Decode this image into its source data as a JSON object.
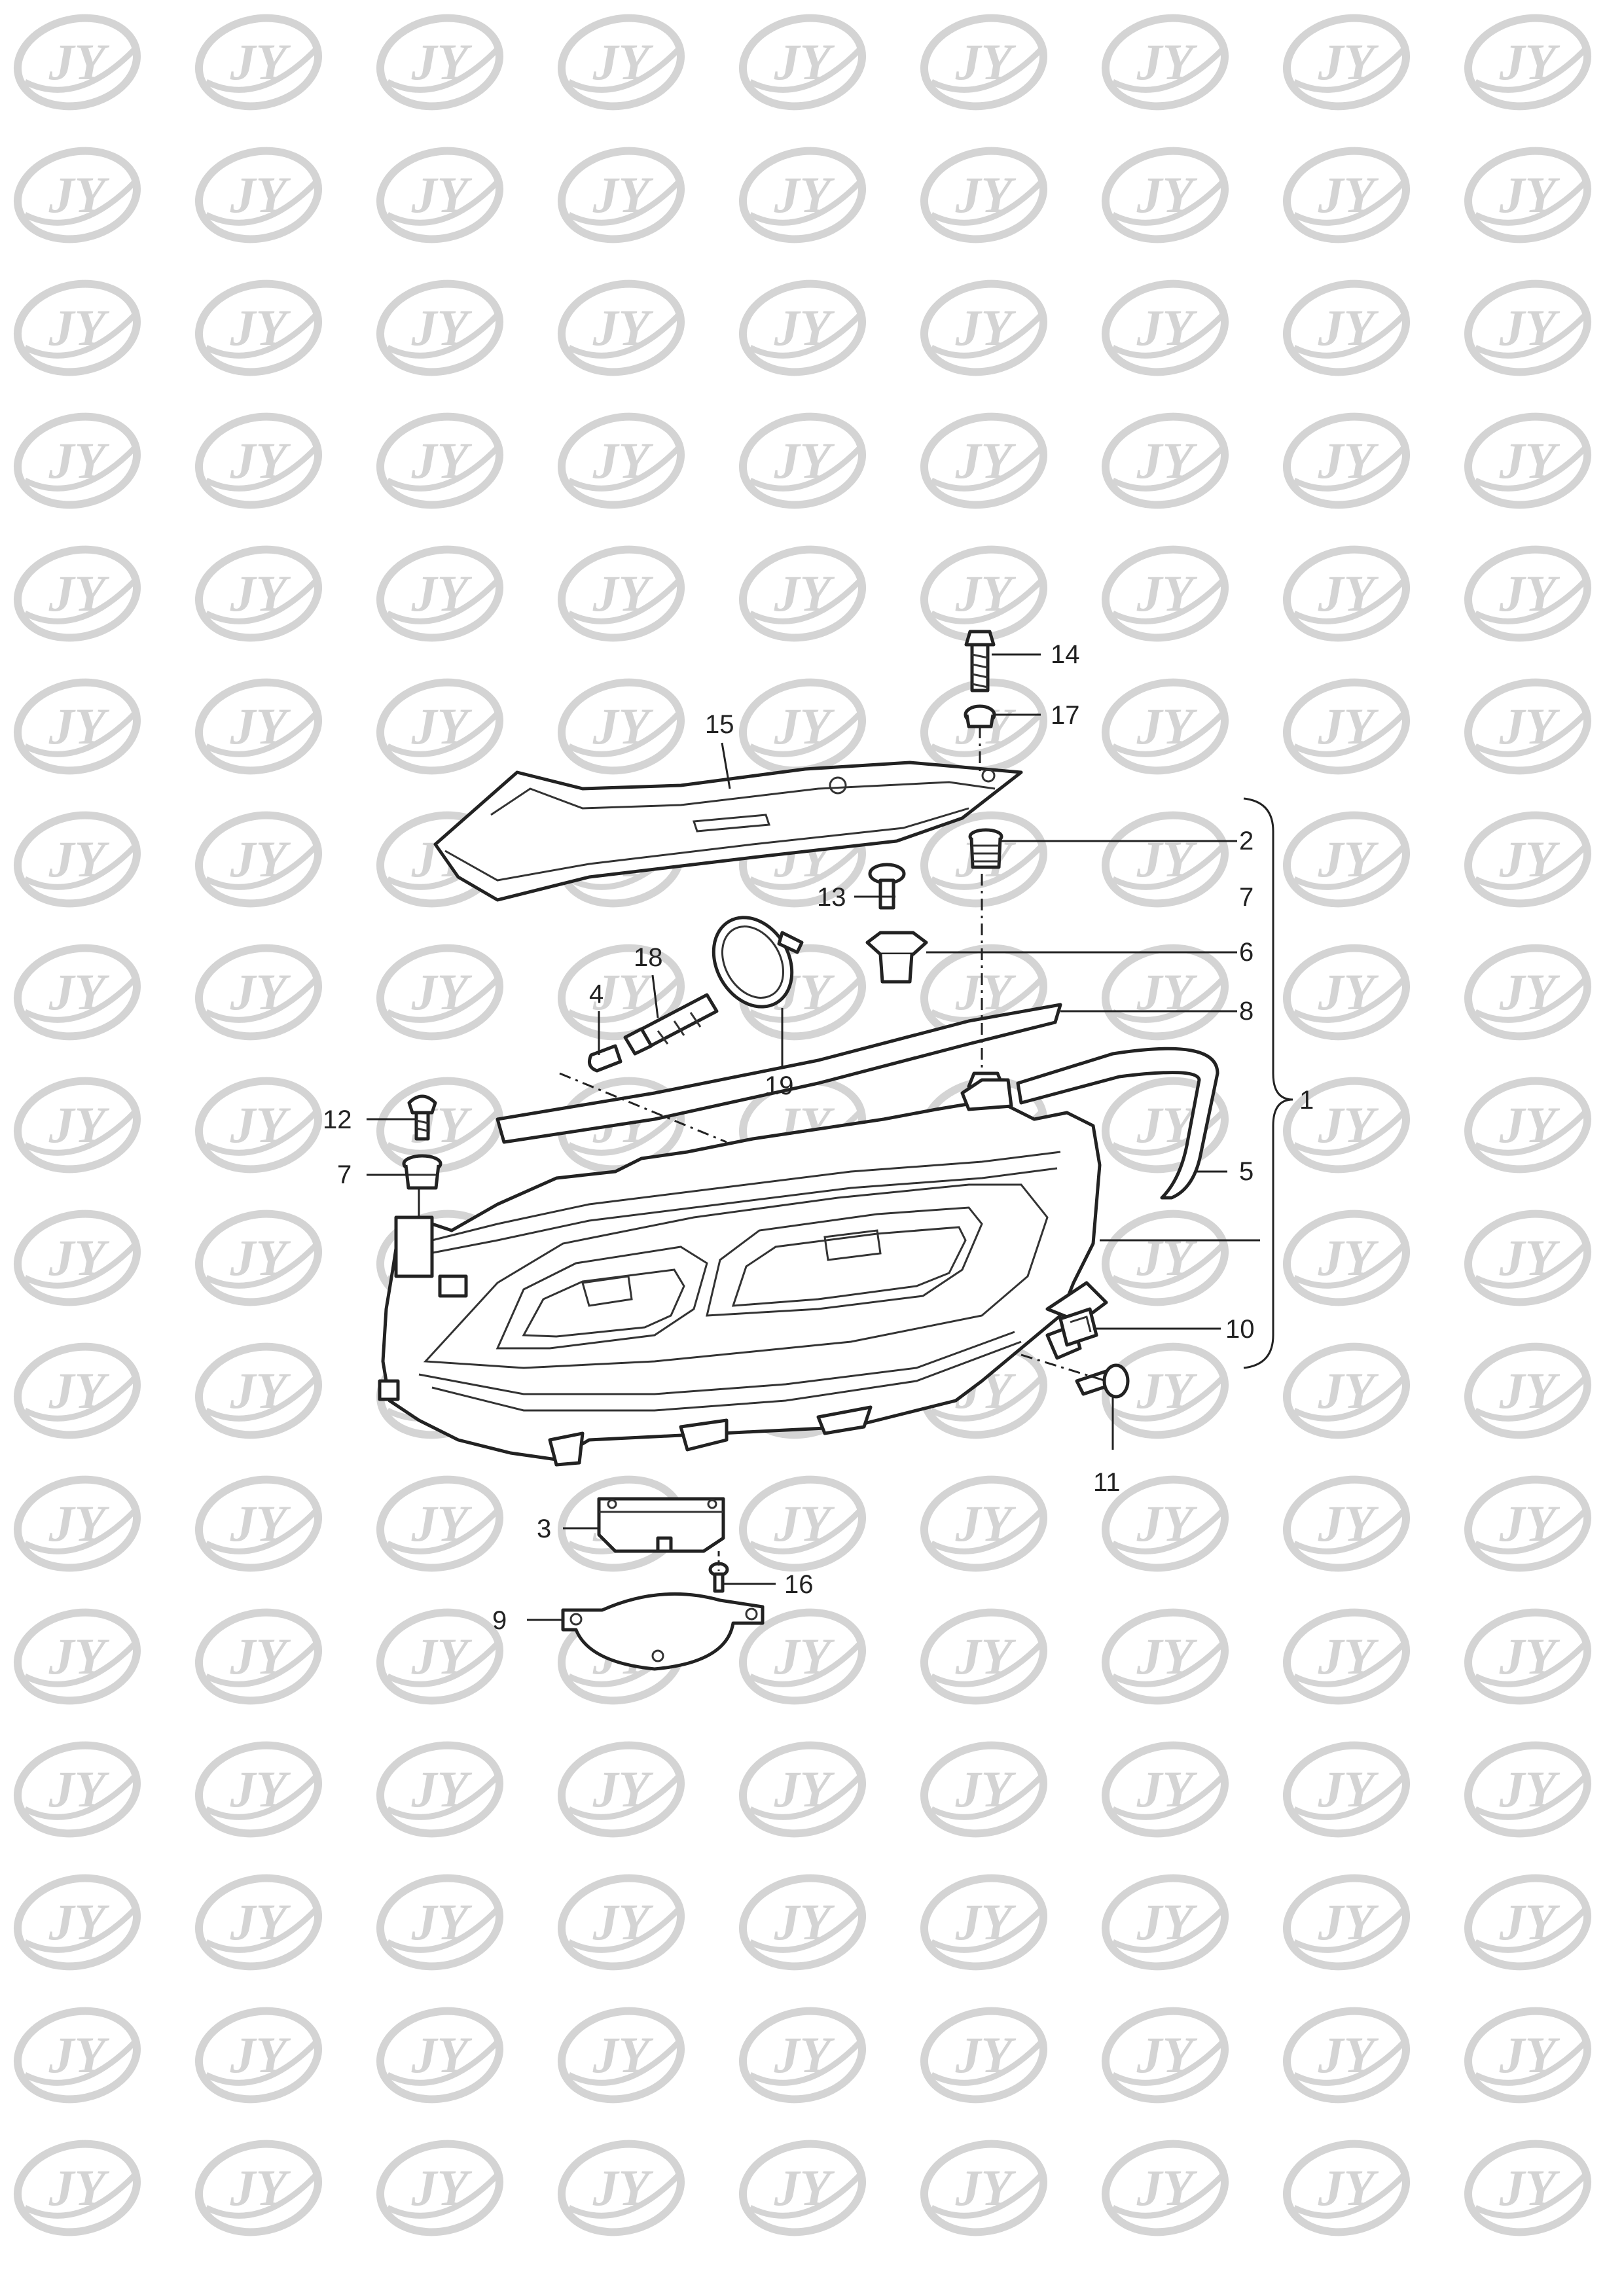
{
  "watermark": {
    "text": "JY",
    "color": "#d4d4d4"
  },
  "callouts": [
    {
      "label": "14"
    },
    {
      "label": "17"
    },
    {
      "label": "15"
    },
    {
      "label": "2"
    },
    {
      "label": "7"
    },
    {
      "label": "13"
    },
    {
      "label": "6"
    },
    {
      "label": "18"
    },
    {
      "label": "4"
    },
    {
      "label": "19"
    },
    {
      "label": "8"
    },
    {
      "label": "1"
    },
    {
      "label": "12"
    },
    {
      "label": "7"
    },
    {
      "label": "5"
    },
    {
      "label": "10"
    },
    {
      "label": "11"
    },
    {
      "label": "3"
    },
    {
      "label": "16"
    },
    {
      "label": "9"
    }
  ]
}
